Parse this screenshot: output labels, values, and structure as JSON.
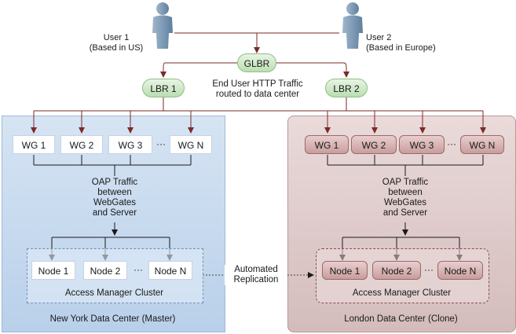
{
  "users": [
    {
      "label": "User 1",
      "sub": "(Based in US)"
    },
    {
      "label": "User 2",
      "sub": "(Based in Europe)"
    }
  ],
  "glbr": "GLBR",
  "lbr": [
    "LBR 1",
    "LBR 2"
  ],
  "traffic_note": [
    "End User HTTP Traffic",
    "routed to data center"
  ],
  "webgates": [
    "WG 1",
    "WG 2",
    "WG 3",
    "WG N"
  ],
  "ellipsis": "···",
  "oap_note": [
    "OAP Traffic",
    "between",
    "WebGates",
    "and Server"
  ],
  "nodes": [
    "Node 1",
    "Node 2",
    "Node N"
  ],
  "cluster_label": "Access Manager Cluster",
  "replication": [
    "Automated",
    "Replication"
  ],
  "datacenters": [
    "New York Data Center (Master)",
    "London Data Center (Clone)"
  ],
  "colors": {
    "line": "#7a2a2a",
    "ny_panel": "#c6d9ee",
    "london_panel": "#dfc8c8",
    "pill": "#cde9c6"
  }
}
